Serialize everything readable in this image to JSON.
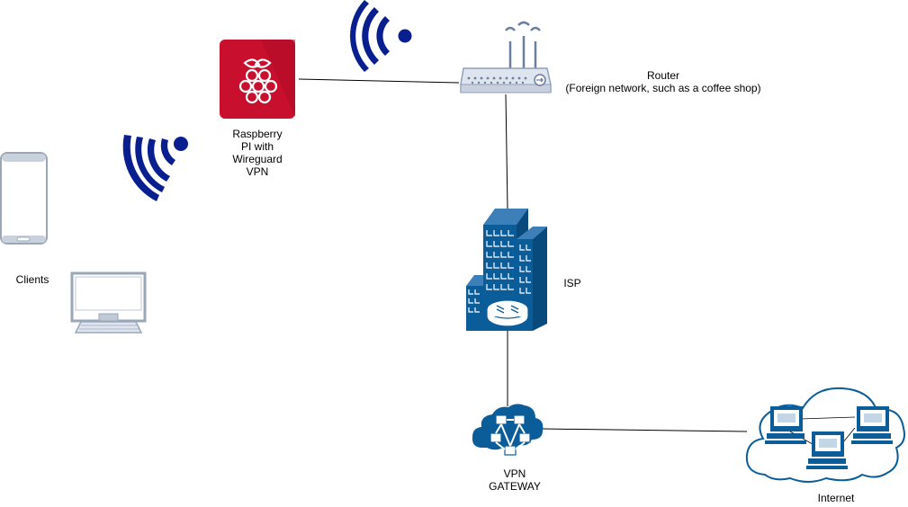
{
  "labels": {
    "raspberry": "Raspberry\nPI with\nWireguard\nVPN",
    "router": "Router\n(Foreign network, such as a coffee shop)",
    "clients": "Clients",
    "isp": "ISP",
    "vpn_gateway": "VPN\nGATEWAY",
    "internet": "Internet"
  },
  "colors": {
    "raspberry_red": "#c8102e",
    "wifi_blue": "#0a1f8f",
    "network_blue": "#0b5d9a",
    "device_gray": "#9aa7b8",
    "line": "#000000"
  },
  "icons": [
    "raspberry-pi-icon",
    "wifi-icon",
    "router-icon",
    "smartphone-icon",
    "desktop-icon",
    "isp-building-icon",
    "vpn-gateway-icon",
    "internet-cloud-icon"
  ]
}
